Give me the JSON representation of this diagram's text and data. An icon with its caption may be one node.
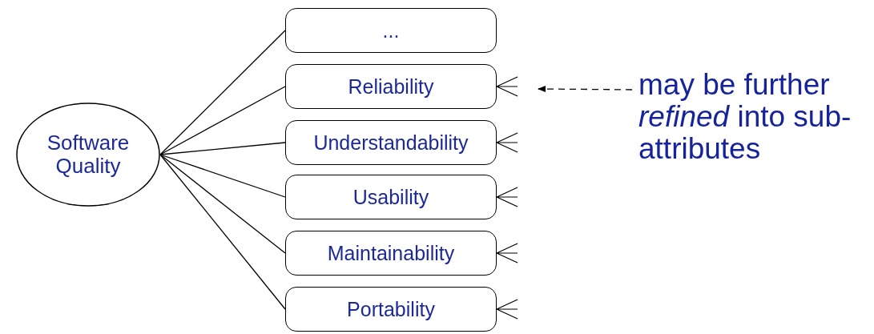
{
  "diagram": {
    "nodes": [
      {
        "text": [
          "Software Quality"
        ]
      },
      {
        "text": [
          "..."
        ]
      },
      {
        "text": [
          "Reliability"
        ]
      },
      {
        "text": [
          "Understandability"
        ]
      },
      {
        "text": [
          "Usability"
        ]
      },
      {
        "text": [
          "Maintainability"
        ]
      },
      {
        "text": [
          "Portability"
        ]
      },
      {
        "text": [
          "may be further *refined* into sub-attributes"
        ]
      }
    ],
    "edges": [
      {
        "from": 0,
        "to": 1,
        "arrow": "none"
      },
      {
        "from": 0,
        "to": 2,
        "arrow": "none"
      },
      {
        "from": 0,
        "to": 3,
        "arrow": "none"
      },
      {
        "from": 0,
        "to": 4,
        "arrow": "none"
      },
      {
        "from": 0,
        "to": 5,
        "arrow": "none"
      },
      {
        "from": 0,
        "to": 6,
        "arrow": "none"
      },
      {
        "from": 7,
        "to": null,
        "arrow": "to",
        "style": "dashed"
      }
    ]
  }
}
